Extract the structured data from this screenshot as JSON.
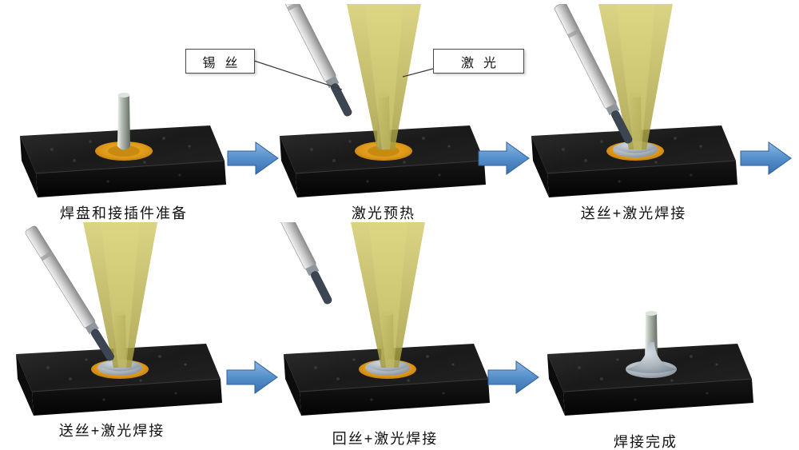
{
  "diagram": {
    "callouts": [
      {
        "id": "solder-wire",
        "label": "锡丝"
      },
      {
        "id": "laser",
        "label": "激光"
      }
    ],
    "steps": [
      {
        "index": 1,
        "caption": "焊盘和接插件准备"
      },
      {
        "index": 2,
        "caption": "激光预热"
      },
      {
        "index": 3,
        "caption": "送丝+激光焊接"
      },
      {
        "index": 4,
        "caption": "送丝+激光焊接"
      },
      {
        "index": 5,
        "caption": "回丝+激光焊接"
      },
      {
        "index": 6,
        "caption": "焊接完成"
      }
    ],
    "colors": {
      "background": "#ffffff",
      "arrow": "#5590cb",
      "board": "#161616",
      "pad": "#dd9718",
      "laser_beam": "#b9b24e",
      "solder": "#aab4bd",
      "wire_tool": "#cfcfcf",
      "wire_tip": "#3c4652",
      "text": "#111111"
    }
  }
}
